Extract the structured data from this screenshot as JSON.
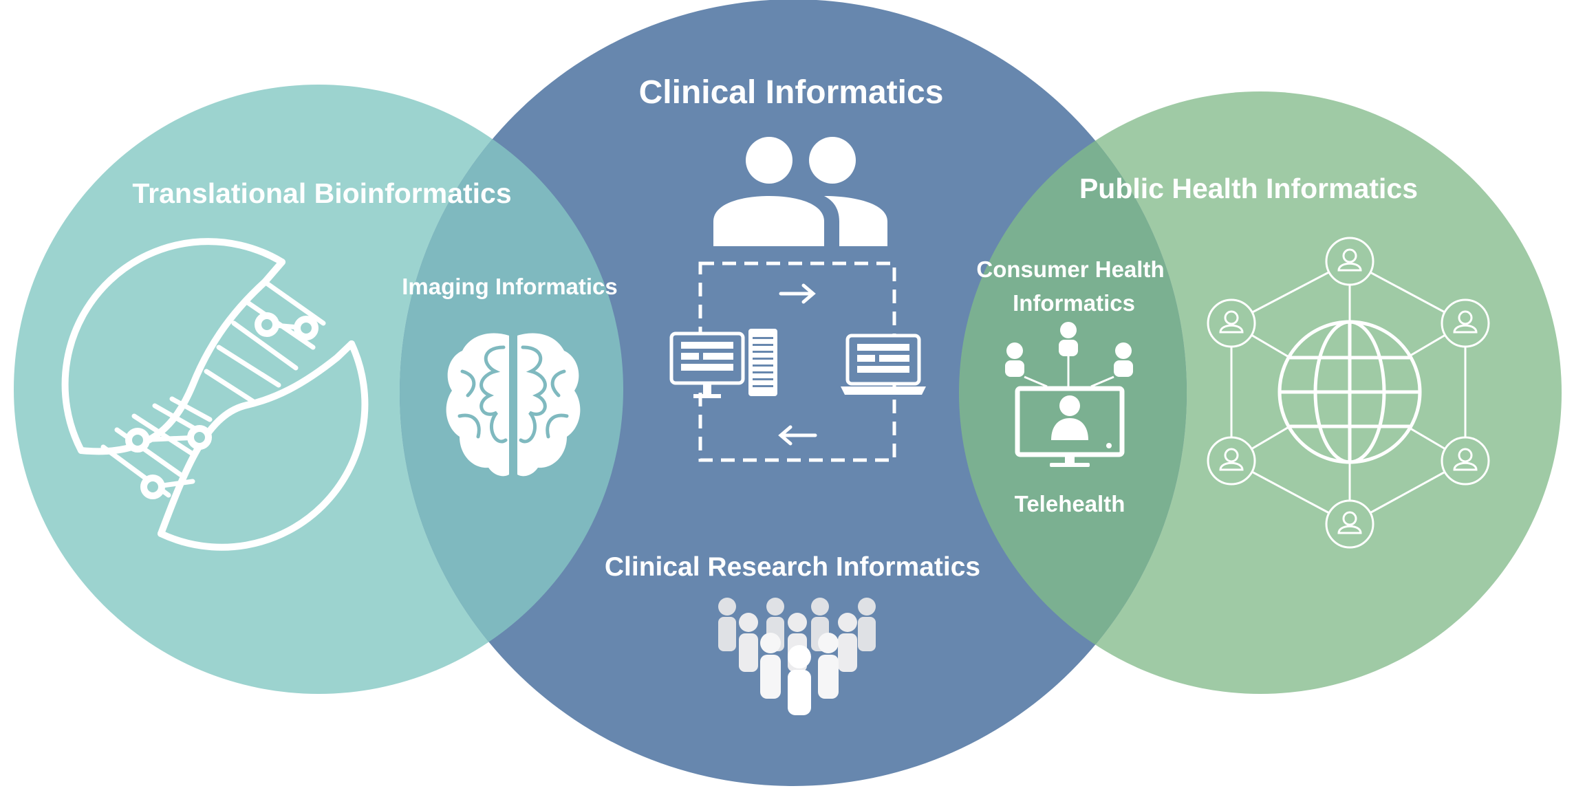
{
  "circles": {
    "translational": {
      "label": "Translational Bioinformatics",
      "color": "#9cd3cf",
      "icon": "dna-icon"
    },
    "clinical": {
      "label": "Clinical Informatics",
      "color": "#6787ae",
      "icon": "users-network-icon"
    },
    "public_health": {
      "label": "Public Health Informatics",
      "color": "#9fcaa5",
      "icon": "globe-network-icon"
    }
  },
  "overlaps": {
    "imaging": {
      "label": "Imaging Informatics",
      "color": "#7fb9bf",
      "icon": "brain-icon"
    },
    "consumer": {
      "label_line1": "Consumer Health",
      "label_line2": "Informatics",
      "color": "#7bb091",
      "icon": "telehealth-monitor-icon"
    },
    "telehealth": {
      "label": "Telehealth"
    }
  },
  "clinical_research": {
    "label": "Clinical Research Informatics",
    "icon": "crowd-icon"
  }
}
